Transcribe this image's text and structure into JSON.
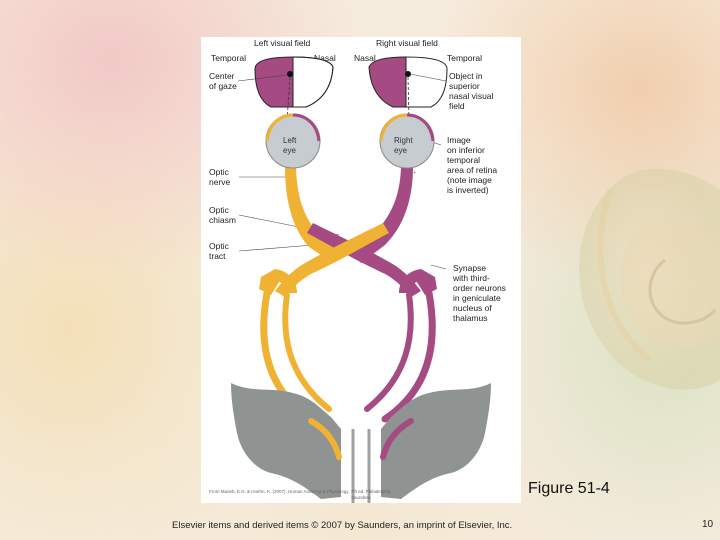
{
  "figure": {
    "labels": {
      "left_visual_field": "Left visual field",
      "right_visual_field": "Right visual field",
      "temporal_left": "Temporal",
      "nasal_left": "Nasal",
      "nasal_right": "Nasal",
      "temporal_right": "Temporal",
      "center_of_gaze": [
        "Center",
        "of gaze"
      ],
      "object_in_field": [
        "Object in",
        "superior",
        "nasal visual",
        "field"
      ],
      "left_eye": [
        "Left",
        "eye"
      ],
      "right_eye": [
        "Right",
        "eye"
      ],
      "image_on_retina": [
        "Image",
        "on inferior",
        "temporal",
        "area of retina",
        "(note image",
        "is inverted)"
      ],
      "optic_nerve": [
        "Optic",
        "nerve"
      ],
      "optic_chiasm": [
        "Optic",
        "chiasm"
      ],
      "optic_tract": [
        "Optic",
        "tract"
      ],
      "synapse": [
        "Synapse",
        "with third-",
        "order neurons",
        "in geniculate",
        "nucleus of",
        "thalamus"
      ]
    },
    "credit": [
      "From Marieb, E.N. & Hoehn, K. (2007). Human Anatomy & Physiology, 7th ed. Philadelphia:",
      "Saunders."
    ],
    "colors": {
      "left_pathway": "#f0b232",
      "right_pathway": "#a54a82",
      "cortex": "#8f9391",
      "eye": "#c7ccd1"
    }
  },
  "caption": "Figure 51-4",
  "footer": "Elsevier items and derived items © 2007 by Saunders, an imprint of Elsevier, Inc.",
  "page_number": "10"
}
